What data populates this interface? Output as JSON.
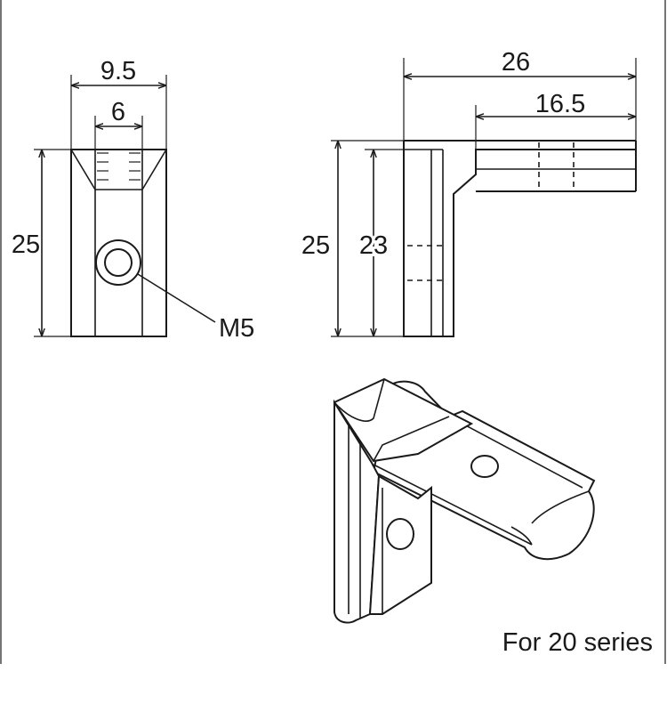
{
  "front_view": {
    "width_label": "9.5",
    "thread_label": "6",
    "height_label": "25",
    "hole_label": "M5"
  },
  "side_view": {
    "width_label": "26",
    "arm_label": "16.5",
    "outer_height_label": "25",
    "inner_height_label": "23"
  },
  "caption": "For 20 series"
}
